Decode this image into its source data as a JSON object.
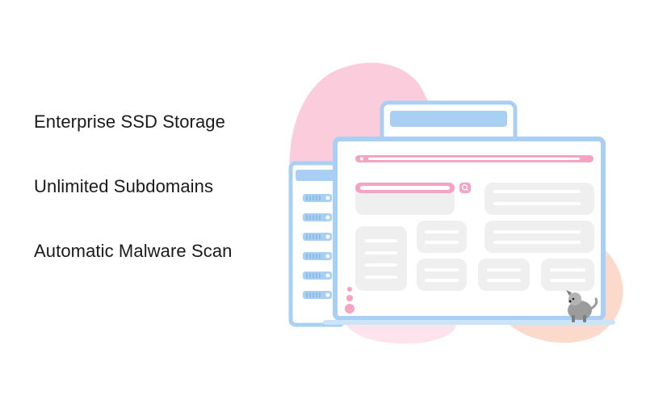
{
  "features": [
    {
      "label": "Enterprise SSD Storage"
    },
    {
      "label": "Unlimited Subdomains"
    },
    {
      "label": "Automatic Malware Scan"
    }
  ],
  "illustration": {
    "icons": [
      "server-rack-icon",
      "search-icon",
      "dog-icon"
    ],
    "colors": {
      "blob_pink": "#fbc6d8",
      "blob_peach": "#fcd3c2",
      "frame_blue": "#a9d0f3",
      "accent_pink": "#f5a3c3",
      "panel_gray": "#efefef"
    }
  }
}
